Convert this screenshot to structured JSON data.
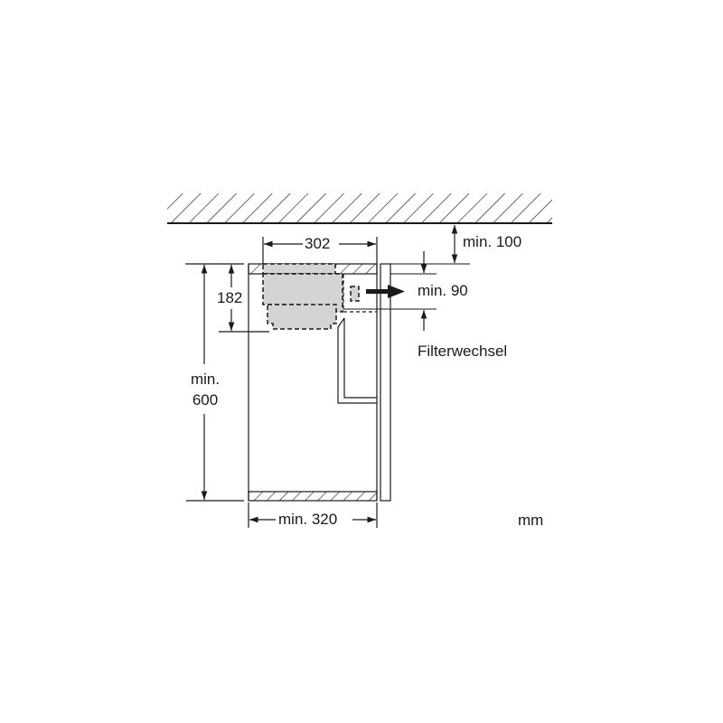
{
  "diagram": {
    "units": "mm",
    "dimensions": {
      "width_top": "302",
      "ceiling_gap": "min. 100",
      "filter_gap": "min. 90",
      "filter_height": "182",
      "cabinet_height_line1": "min.",
      "cabinet_height_line2": "600",
      "cabinet_width": "min. 320"
    },
    "labels": {
      "filter_change": "Filterwechsel",
      "units": "mm"
    },
    "colors": {
      "line": "#1a1a1a",
      "appliance_fill": "#d4d4d4",
      "background": "#ffffff"
    }
  }
}
